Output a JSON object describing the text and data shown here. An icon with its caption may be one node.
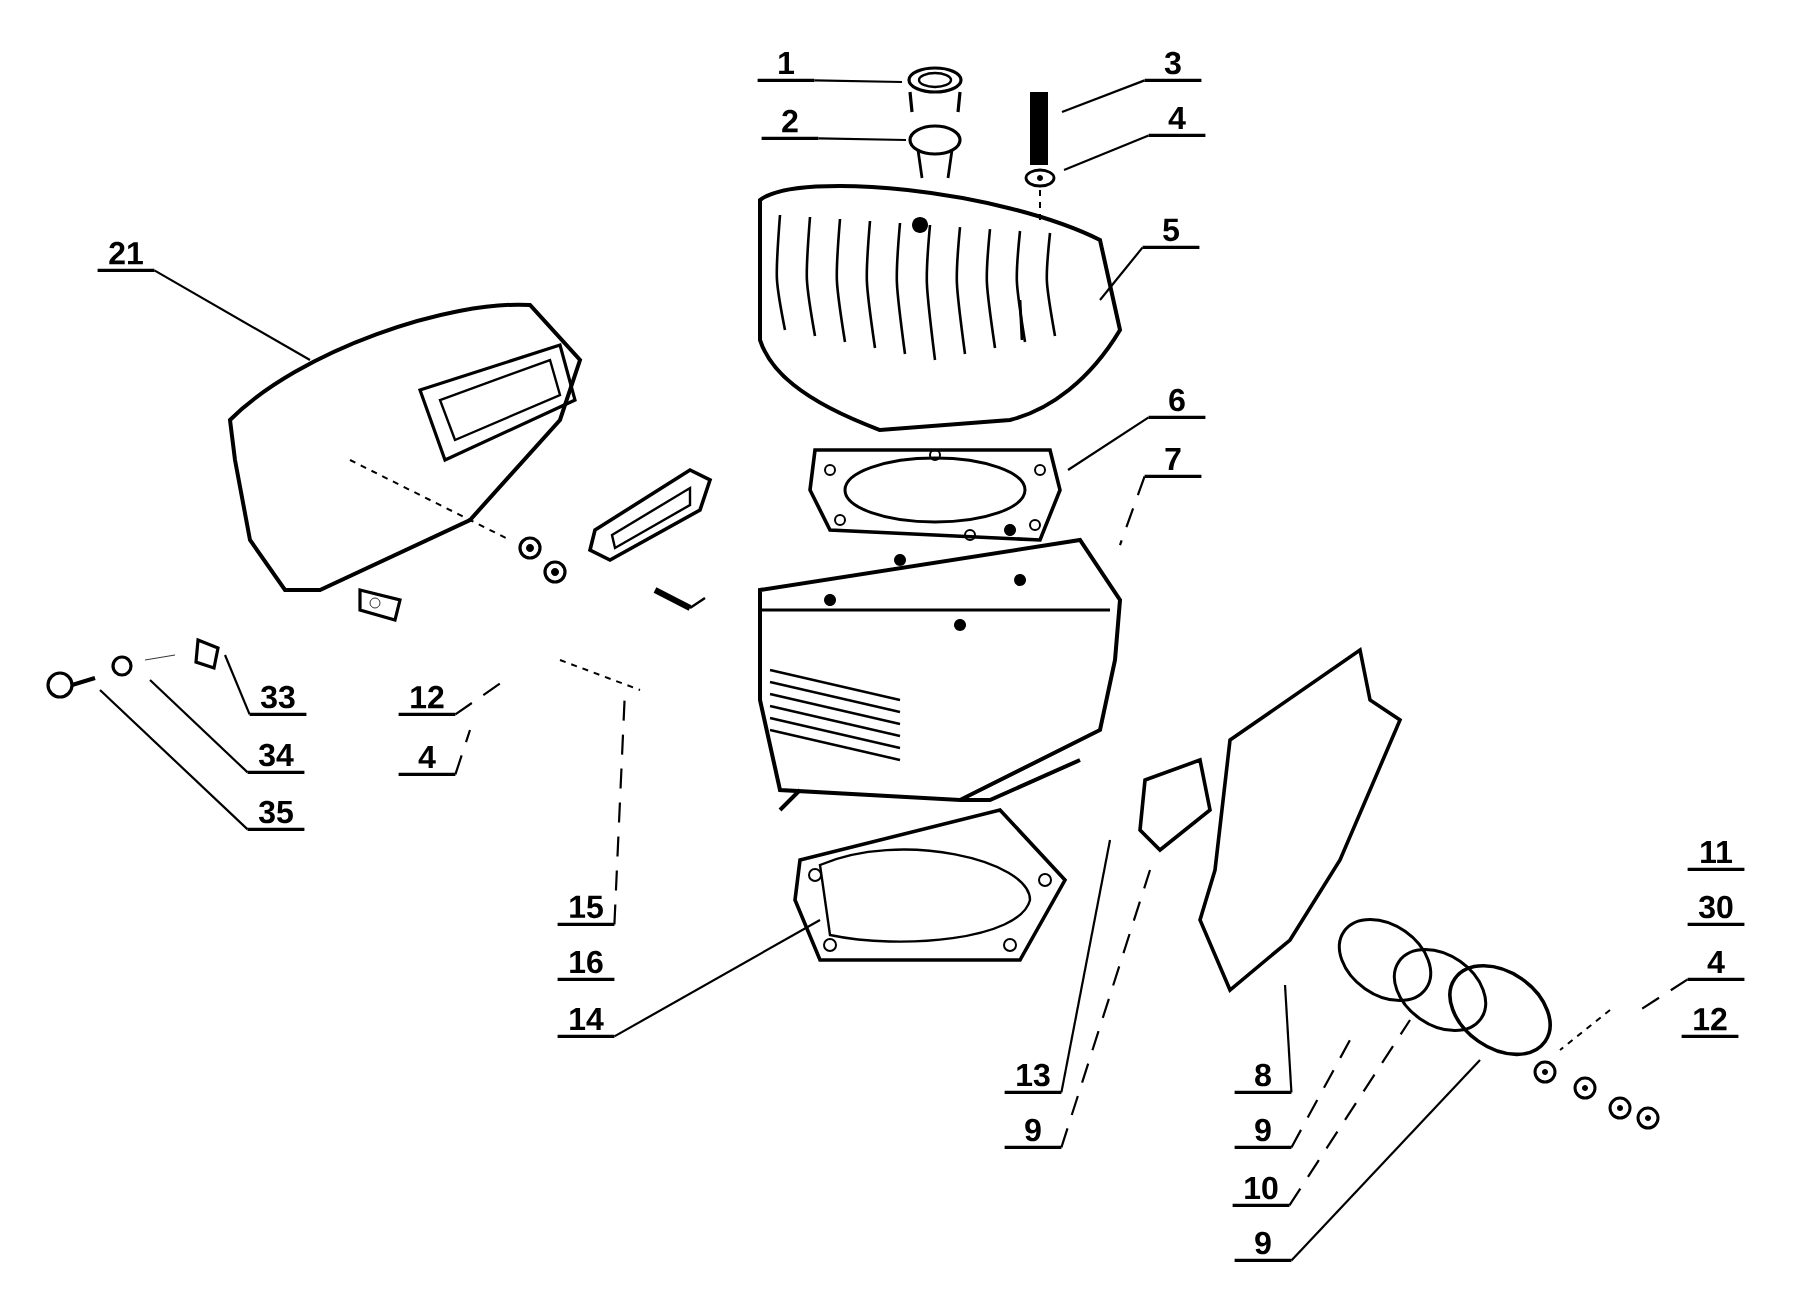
{
  "diagram": {
    "nodes": [
      {
        "text": [
          "1"
        ]
      },
      {
        "text": [
          "3"
        ]
      },
      {
        "text": [
          "2"
        ]
      },
      {
        "text": [
          "4"
        ]
      },
      {
        "text": [
          "21"
        ]
      },
      {
        "text": [
          "5"
        ]
      },
      {
        "text": [
          "6"
        ]
      },
      {
        "text": [
          "7"
        ]
      },
      {
        "text": [
          "33"
        ]
      },
      {
        "text": [
          "12"
        ]
      },
      {
        "text": [
          "34"
        ]
      },
      {
        "text": [
          "4"
        ]
      },
      {
        "text": [
          "35"
        ]
      },
      {
        "text": [
          "15"
        ]
      },
      {
        "text": [
          "14"
        ]
      },
      {
        "text": [
          "13"
        ]
      },
      {
        "text": [
          "8"
        ]
      },
      {
        "text": [
          "4"
        ]
      },
      {
        "text": [
          "9"
        ]
      },
      {
        "text": [
          "9"
        ]
      },
      {
        "text": [
          "10"
        ]
      },
      {
        "text": [
          "9"
        ]
      }
    ],
    "edges": [
      {
        "from": 0,
        "to": null,
        "arrow": "none"
      },
      {
        "from": 1,
        "to": null,
        "arrow": "none"
      },
      {
        "from": 2,
        "to": null,
        "arrow": "none"
      },
      {
        "from": 3,
        "to": null,
        "arrow": "none"
      },
      {
        "from": 4,
        "to": null,
        "arrow": "none"
      },
      {
        "from": 5,
        "to": null,
        "arrow": "none"
      },
      {
        "from": 6,
        "to": null,
        "arrow": "none"
      },
      {
        "from": 7,
        "to": null,
        "arrow": "none",
        "style": "dashed"
      },
      {
        "from": 8,
        "to": null,
        "arrow": "none"
      },
      {
        "from": 9,
        "to": null,
        "arrow": "none",
        "style": "dashed"
      },
      {
        "from": 10,
        "to": null,
        "arrow": "none"
      },
      {
        "from": 11,
        "to": null,
        "arrow": "none",
        "style": "dashed"
      },
      {
        "from": 12,
        "to": null,
        "arrow": "none"
      },
      {
        "from": 13,
        "to": null,
        "arrow": "none",
        "style": "dashed"
      },
      {
        "from": 14,
        "to": null,
        "arrow": "none"
      },
      {
        "from": 15,
        "to": null,
        "arrow": "none"
      },
      {
        "from": 16,
        "to": null,
        "arrow": "none"
      },
      {
        "from": 17,
        "to": null,
        "arrow": "none",
        "style": "dashed"
      },
      {
        "from": 18,
        "to": null,
        "arrow": "none",
        "style": "dashed"
      },
      {
        "from": 19,
        "to": null,
        "arrow": "none",
        "style": "dashed"
      },
      {
        "from": 20,
        "to": null,
        "arrow": "none",
        "style": "dashed"
      },
      {
        "from": 21,
        "to": null,
        "arrow": "none"
      }
    ],
    "labels": [
      "16",
      "11",
      "30",
      "12"
    ]
  }
}
